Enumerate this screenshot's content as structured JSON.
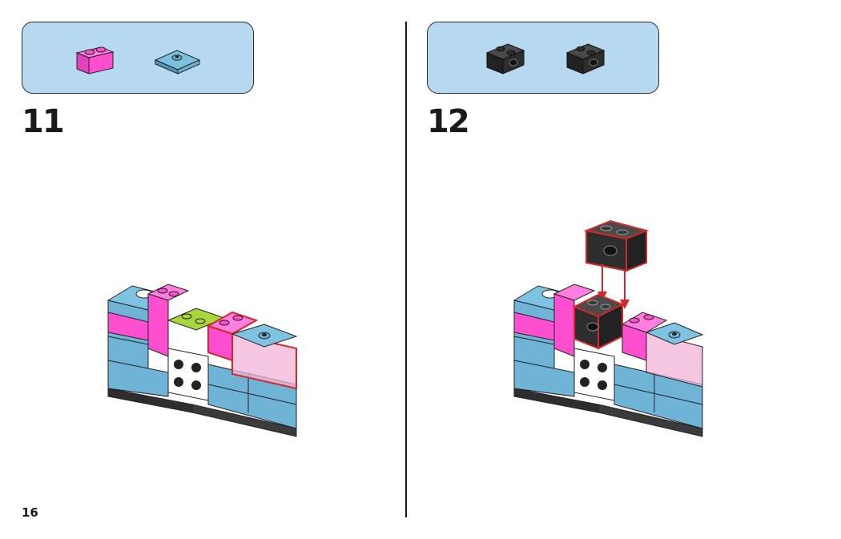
{
  "page_number": "16",
  "steps": [
    {
      "number": "11",
      "parts": [
        "pink-2x1-brick-icon",
        "blue-2x2-jumper-plate-icon"
      ]
    },
    {
      "number": "12",
      "parts": [
        "black-technic-brick-icon",
        "black-technic-brick-icon"
      ]
    }
  ],
  "colors": {
    "parts_box": "#b7d8f1",
    "magenta": "#ff4fd0",
    "medium_blue": "#6fb3d6",
    "lime": "#a8d63c",
    "black_brick": "#2e2e2e",
    "highlight_red": "#d22a2a",
    "trans_pink": "#f2b3d6"
  }
}
